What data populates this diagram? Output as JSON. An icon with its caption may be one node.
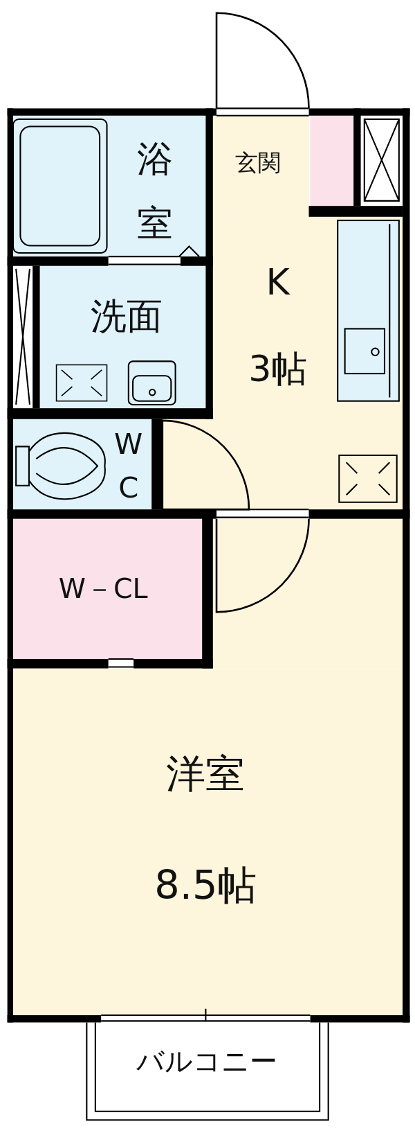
{
  "diagram": {
    "nodes": [
      {
        "text": [
          "浴室"
        ]
      },
      {
        "text": [
          "玄関"
        ]
      },
      {
        "text": [
          "K",
          "3帖"
        ]
      },
      {
        "text": [
          "洗面"
        ]
      },
      {
        "text": [
          "WC"
        ]
      },
      {
        "text": [
          "W－CL"
        ]
      },
      {
        "text": [
          "洋室",
          "8.5帖"
        ]
      },
      {
        "text": [
          "バルコニー"
        ]
      }
    ]
  }
}
